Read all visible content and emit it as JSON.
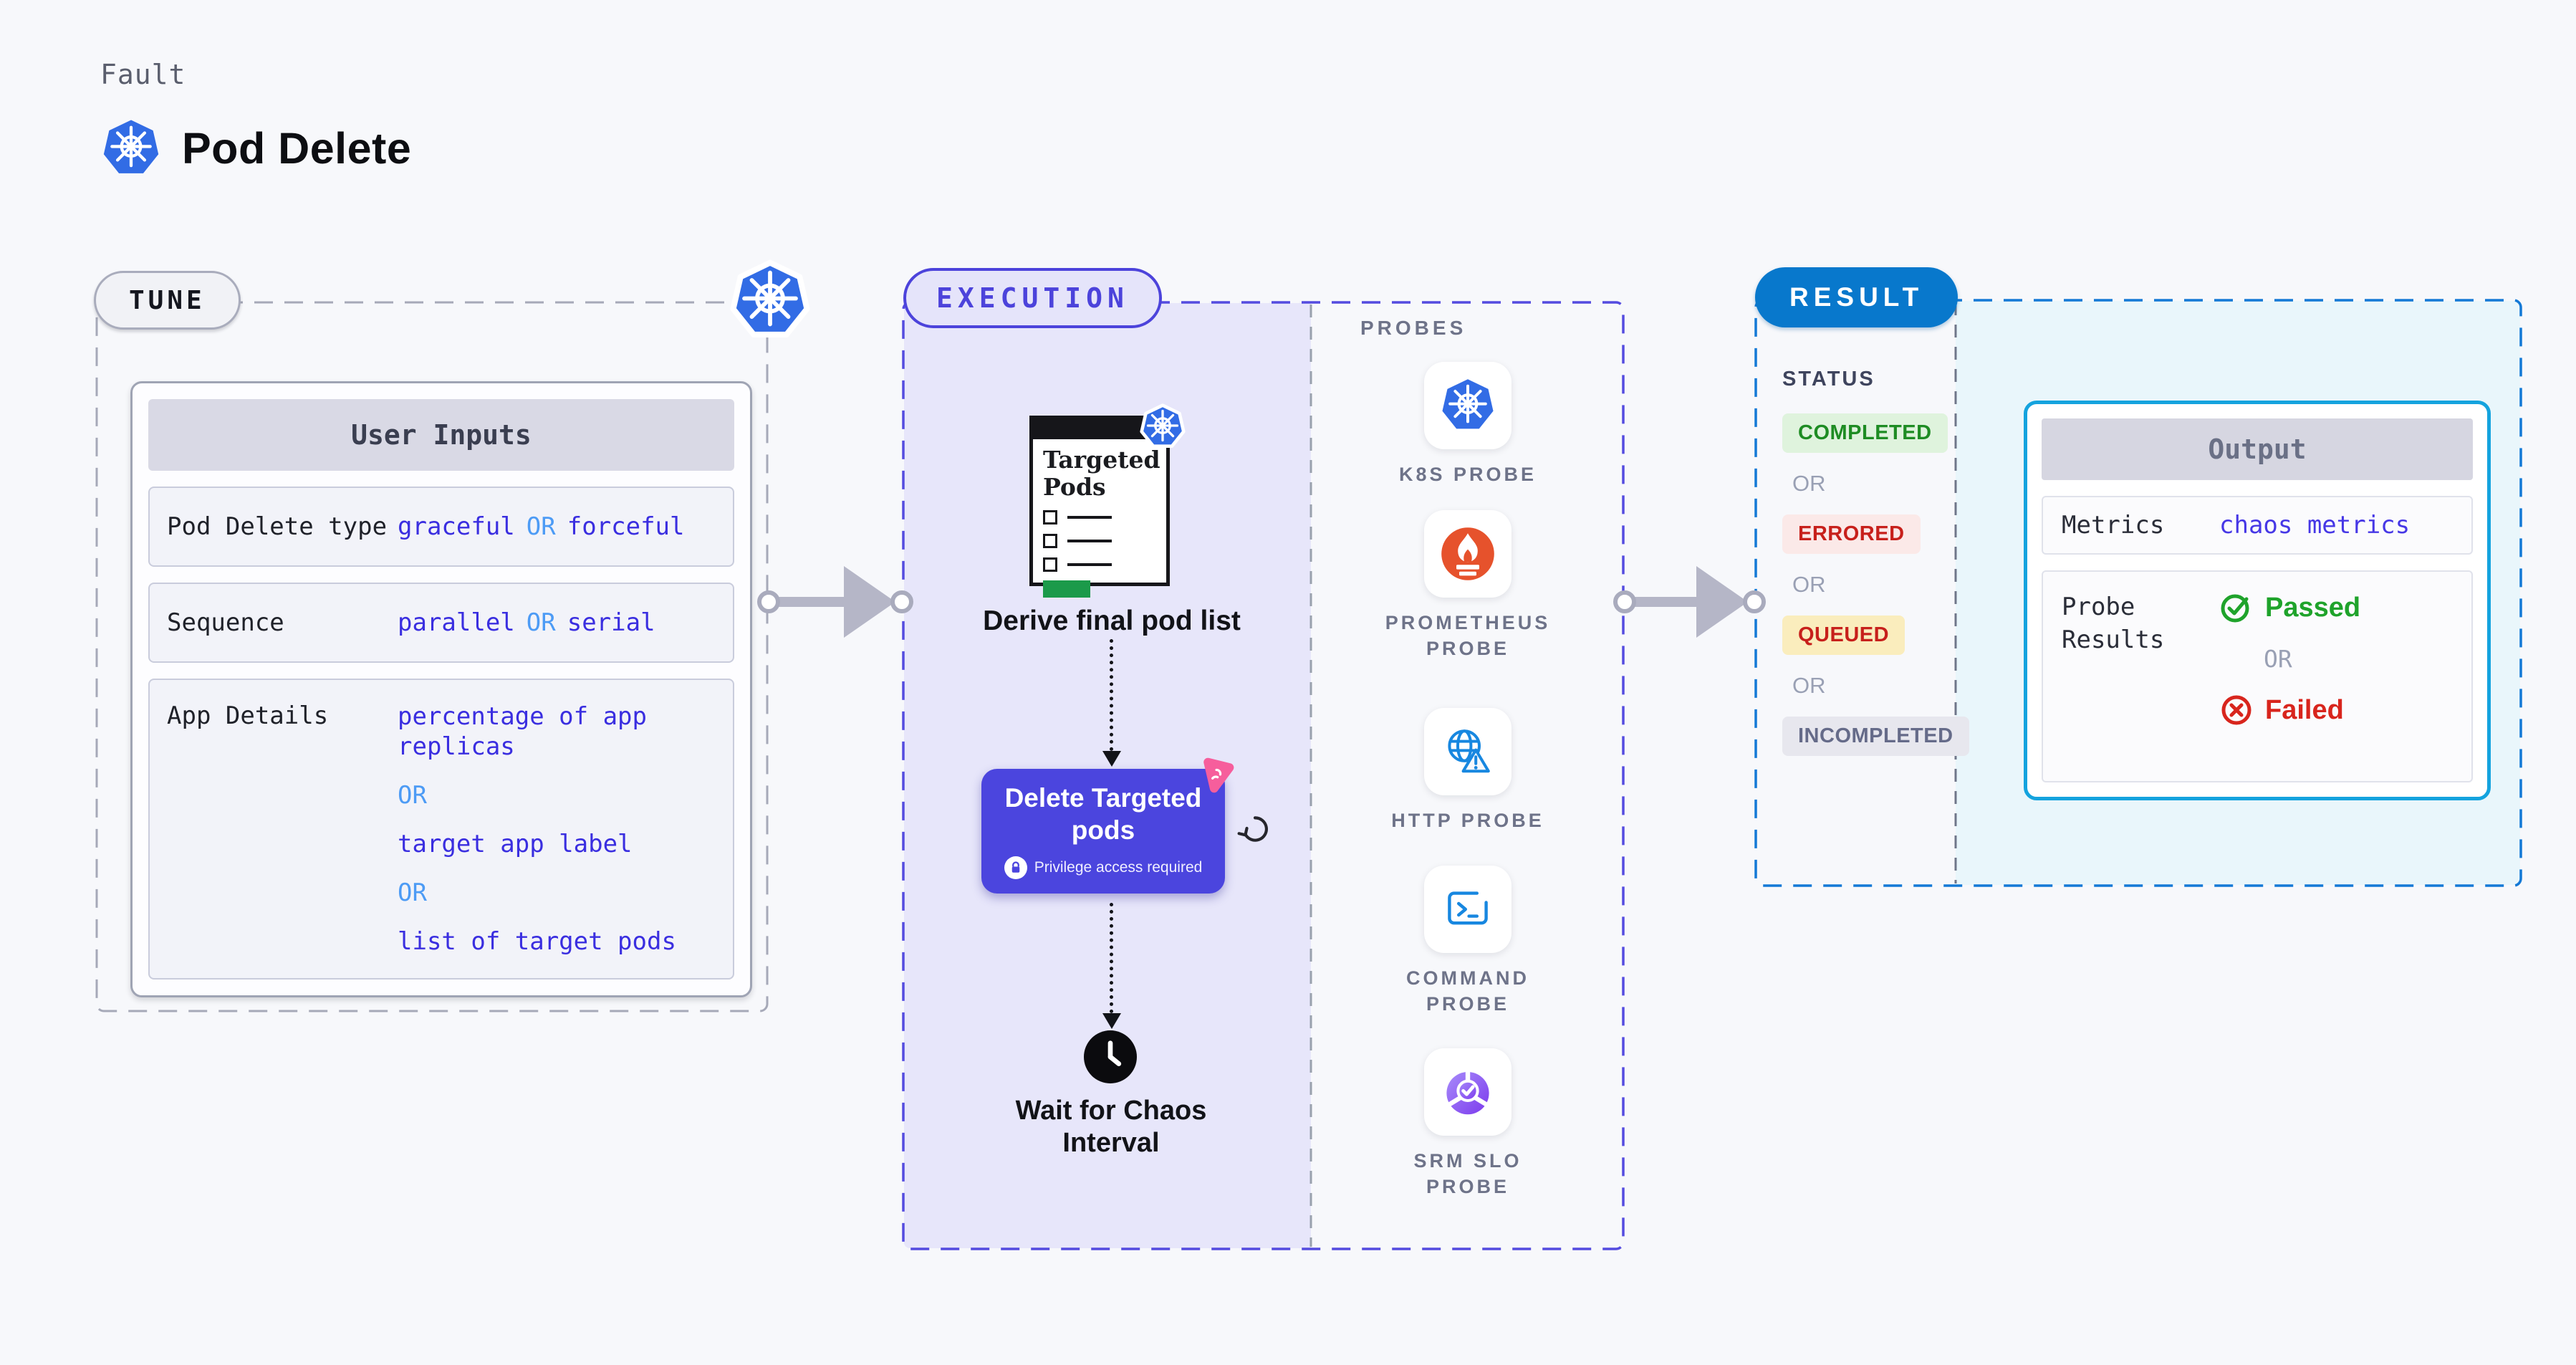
{
  "header": {
    "eyebrow": "Fault",
    "title": "Pod Delete"
  },
  "tune": {
    "tag": "TUNE",
    "card": {
      "header": "User Inputs",
      "rows": [
        {
          "label": "Pod Delete type",
          "parts": [
            {
              "text": "graceful",
              "kind": "value"
            },
            {
              "text": "OR",
              "kind": "or"
            },
            {
              "text": "forceful",
              "kind": "value"
            }
          ]
        },
        {
          "label": "Sequence",
          "parts": [
            {
              "text": "parallel",
              "kind": "value"
            },
            {
              "text": "OR",
              "kind": "or"
            },
            {
              "text": "serial",
              "kind": "value"
            }
          ]
        },
        {
          "label": "App Details",
          "lines": [
            {
              "text": "percentage of app replicas",
              "kind": "value"
            },
            {
              "text": "OR",
              "kind": "or"
            },
            {
              "text": "target app label",
              "kind": "value"
            },
            {
              "text": "OR",
              "kind": "or"
            },
            {
              "text": "list of target pods",
              "kind": "value"
            }
          ]
        }
      ]
    }
  },
  "execution": {
    "tag": "EXECUTION",
    "flow": {
      "step1": {
        "icon_title": "Targeted Pods",
        "caption": "Derive final pod list"
      },
      "step2": {
        "title": "Delete Targeted pods",
        "badge": "Privilege access required"
      },
      "step3": {
        "caption": "Wait for Chaos Interval"
      }
    },
    "probes": {
      "heading": "PROBES",
      "items": [
        {
          "label": "K8S PROBE",
          "icon": "kubernetes-icon"
        },
        {
          "label": "PROMETHEUS PROBE",
          "icon": "prometheus-icon"
        },
        {
          "label": "HTTP PROBE",
          "icon": "globe-warning-icon"
        },
        {
          "label": "COMMAND PROBE",
          "icon": "terminal-icon"
        },
        {
          "label": "SRM SLO PROBE",
          "icon": "slo-check-icon"
        }
      ]
    }
  },
  "result": {
    "tag": "RESULT",
    "status": {
      "heading": "STATUS",
      "separator": "OR",
      "badges": [
        {
          "text": "COMPLETED",
          "kind": "success"
        },
        {
          "text": "ERRORED",
          "kind": "error"
        },
        {
          "text": "QUEUED",
          "kind": "warning"
        },
        {
          "text": "INCOMPLETED",
          "kind": "muted"
        }
      ]
    },
    "output": {
      "header": "Output",
      "metrics_label": "Metrics",
      "metrics_value": "chaos metrics",
      "probe_results_label": "Probe Results",
      "passed": "Passed",
      "or": "OR",
      "failed": "Failed"
    }
  },
  "colors": {
    "k8s-blue": "#326CE5",
    "value-indigo": "#3A2EE0",
    "or-blue": "#4D9BF5",
    "exec-indigo": "#4C43DB",
    "exec-fill": "#E7E6FA",
    "node-purple": "#4B45DE",
    "result-blue": "#0878CC",
    "result-dash": "#1379D6",
    "cyan-fill": "#E9F6FB",
    "cyan-border": "#14A3DE",
    "success-bg": "#DFF3DD",
    "success-fg": "#1E8C23",
    "error-bg": "#FBE9E8",
    "error-fg": "#C7201B",
    "warning-bg": "#FAEDBD",
    "muted-bg": "#E7E7EE",
    "muted-fg": "#656B89",
    "passed-green": "#1FA32B",
    "failed-red": "#D8251D",
    "pink": "#F65E9C",
    "prom-orange": "#E6522C",
    "probe-blue": "#1787E0",
    "green-bar": "#1B9A4A"
  }
}
